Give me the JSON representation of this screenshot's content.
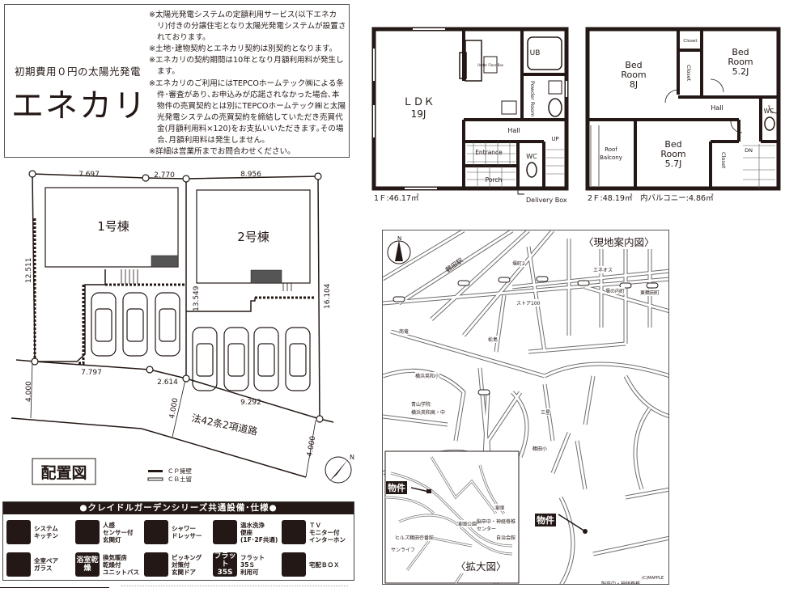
{
  "enekari": {
    "subtitle": "初期費用０円の太陽光発電",
    "title": "エネカリ",
    "notes": [
      "※太陽光発電システムの定額利用サービス(以下エネカリ)付きの分譲住宅となり太陽光発電システムが設置されております。",
      "※土地･建物契約とエネカリ契約は別契約となります。",
      "※エネカリの契約期間は10年となり月額利用料が発生します。",
      "※エネカリのご利用にはTEPCOホームテック㈱による条件･審査があり､お申込みが応諾されなかった場合､本物件の売買契約とは別にTEPCOホームテック㈱と太陽光発電システムの売買契約を締結していただき売買代金(月額利用料×120)をお支払いいただきます｡その場合､月額利用料は発生しません｡",
      "※詳細は営業所までお問合わせください｡"
    ]
  },
  "floor1": {
    "rooms": {
      "ldk": "ＬＤＫ",
      "ldk_size": "19J",
      "ub": "UB",
      "powder": "Powder Room",
      "hall": "Hall",
      "up": "UP",
      "wc": "WC",
      "entrance": "Entrance",
      "porch": "Porch",
      "underfloor": "Under Floor Box",
      "delivery": "Delivery Box"
    },
    "area_label": "1Ｆ:46.17㎡"
  },
  "floor2": {
    "rooms": {
      "bed1": "Bed",
      "bed1b": "Room",
      "bed1_size": "8J",
      "bed2": "Bed",
      "bed2b": "Room",
      "bed2_size": "5.2J",
      "bed3": "Bed",
      "bed3b": "Room",
      "bed3_size": "5.7J",
      "closet": "Closet",
      "hall": "Hall",
      "wc": "WC",
      "dn": "DN",
      "roof1": "Roof",
      "roof2": "Balcony"
    },
    "area_label": "2Ｆ:48.19㎡　内バルコニー:4.86㎡"
  },
  "site": {
    "title": "配置図",
    "bldg1": "1号棟",
    "bldg2": "2号棟",
    "road": "法42条2項道路",
    "dims": {
      "top1": "7.697",
      "top2": "2.770",
      "top3": "8.956",
      "left": "12.511",
      "mid": "13.549",
      "right": "16.104",
      "bot1": "7.797",
      "bot2": "2.614",
      "bot3": "9.292",
      "road1": "4.000",
      "road2": "4.000",
      "road3": "4.000"
    },
    "legend": {
      "cp": "ＣＰ擁壁",
      "cb": "ＣＢ土留"
    },
    "north": "N"
  },
  "map": {
    "title": "〈現地案内図〉",
    "inset_title": "〈拡大図〉",
    "station": "鶴田駅",
    "labels": [
      "堰町2",
      "エネオス",
      "ストア100",
      "堰の内町",
      "東鶴田町",
      "南竜",
      "松島",
      "横浜英和小",
      "青山学院",
      "横浜英和高・中",
      "三星",
      "鶴田小",
      "滝頭",
      "滝頭公園",
      "自治会館",
      "ヒルズ鶴田壱番館",
      "サンライフ",
      "脳卒中・神経脊椎センター",
      "脳卒中・神経脊椎センター"
    ],
    "property": "物件",
    "copyright": "(C)MAPPLE",
    "north": "N"
  },
  "equipment": {
    "header": "●クレイドルガーデンシリーズ共通設備･仕様●",
    "items": [
      {
        "label": "システム\nキッチン",
        "icon": "kitchen-icon"
      },
      {
        "label": "人感\nセンサー付\n玄関灯",
        "icon": "sensor-light-icon"
      },
      {
        "label": "シャワー\nドレッサー",
        "icon": "shower-icon"
      },
      {
        "label": "温水洗浄\n便座\n(1F･2F共通)",
        "icon": "toilet-icon"
      },
      {
        "label": "ＴＶ\nモニター付\nインターホン",
        "icon": "intercom-icon"
      },
      {
        "label": "全室ペア\nガラス",
        "icon": "window-icon"
      },
      {
        "label": "換気暖房\n乾燥付\nユニットバス",
        "icon": "bath-icon",
        "icon_text": "浴室乾燥"
      },
      {
        "label": "ピッキング\n対策付\n玄関ドア",
        "icon": "key-icon"
      },
      {
        "label": "フラット\n35Ｓ\n利用可",
        "icon": "flat35-icon",
        "icon_text": "フラット\n35S"
      },
      {
        "label": "宅配ＢＯＸ",
        "icon": "delivery-box-icon"
      }
    ]
  }
}
